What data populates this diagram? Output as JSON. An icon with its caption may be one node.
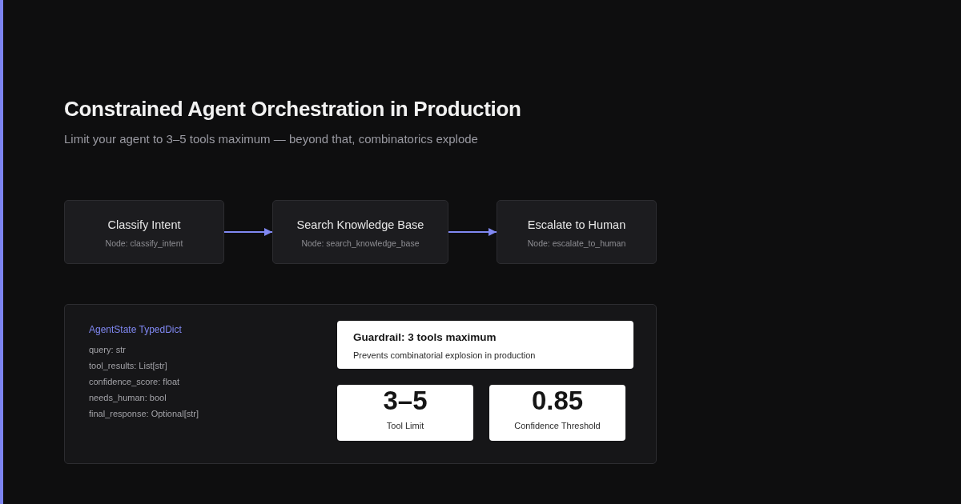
{
  "diagram": {
    "title": "Constrained Agent Orchestration in Production",
    "nodes": [
      {
        "text": [
          "Classify Intent",
          "Node: classify_intent"
        ]
      },
      {
        "text": [
          "Search Knowledge Base",
          "Node: search_knowledge_base"
        ]
      },
      {
        "text": [
          "Escalate to Human",
          "Node: escalate_to_human"
        ]
      },
      {
        "text": [
          "AgentState TypedDict",
          "query: str",
          "tool_results: List[str]",
          "confidence_score: float",
          "needs_human: bool",
          "final_response: Optional[str]"
        ]
      },
      {
        "text": [
          "Guardrail: 3 tools maximum",
          "Prevents combinatorial explosion in production"
        ],
        "in": 3
      },
      {
        "text": [
          "3–5",
          "Tool Limit"
        ],
        "in": 3
      },
      {
        "text": [
          "0.85",
          "Confidence Threshold"
        ],
        "in": 3
      }
    ],
    "edges": [
      {
        "from": 0,
        "to": 1,
        "arrow": "to"
      },
      {
        "from": 1,
        "to": 2,
        "arrow": "to"
      }
    ],
    "labels": [
      "Limit your agent to 3–5 tools maximum — beyond that, combinatorics explode"
    ]
  }
}
